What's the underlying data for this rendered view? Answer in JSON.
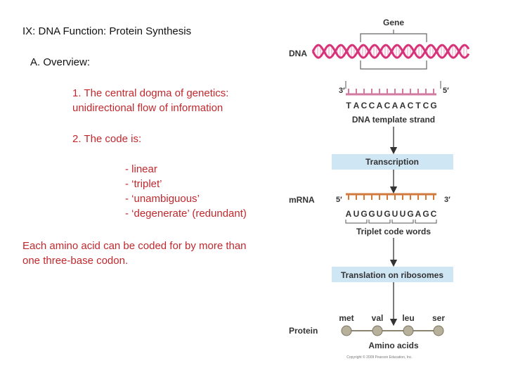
{
  "slide": {
    "title": "IX: DNA Function: Protein Synthesis",
    "section": "A. Overview:",
    "point1_line1": "1. The central dogma of genetics:",
    "point1_line2": "unidirectional flow of information",
    "point2": "2. The code is:",
    "code_properties": [
      "- linear",
      "- ‘triplet’",
      "- ‘unambiguous’",
      "- ‘degenerate’ (redundant)"
    ],
    "note_line1": "Each amino acid can be coded for by more than",
    "note_line2": "one three-base codon."
  },
  "figure": {
    "gene_label": "Gene",
    "dna_label": "DNA",
    "prime3": "3′",
    "prime5": "5′",
    "template_sequence": [
      "T",
      "A",
      "C",
      "C",
      "A",
      "C",
      "A",
      "A",
      "C",
      "T",
      "C",
      "G"
    ],
    "template_label": "DNA template strand",
    "transcription_label": "Transcription",
    "mrna_label": "mRNA",
    "mrna_sequence": [
      "A",
      "U",
      "G",
      "G",
      "U",
      "G",
      "U",
      "U",
      "G",
      "A",
      "G",
      "C"
    ],
    "triplet_label": "Triplet code words",
    "translation_label": "Translation on ribosomes",
    "protein_label": "Protein",
    "amino_acids": [
      "met",
      "val",
      "leu",
      "ser"
    ],
    "amino_label": "Amino acids",
    "copyright": "Copyright © 2009 Pearson Education, Inc.",
    "colors": {
      "text_red": "#c0282d",
      "helix": "#d6337a",
      "mrna_strand": "#d27a3e",
      "box_fill": "#cfe6f5",
      "bead": "#b7b09a"
    }
  }
}
